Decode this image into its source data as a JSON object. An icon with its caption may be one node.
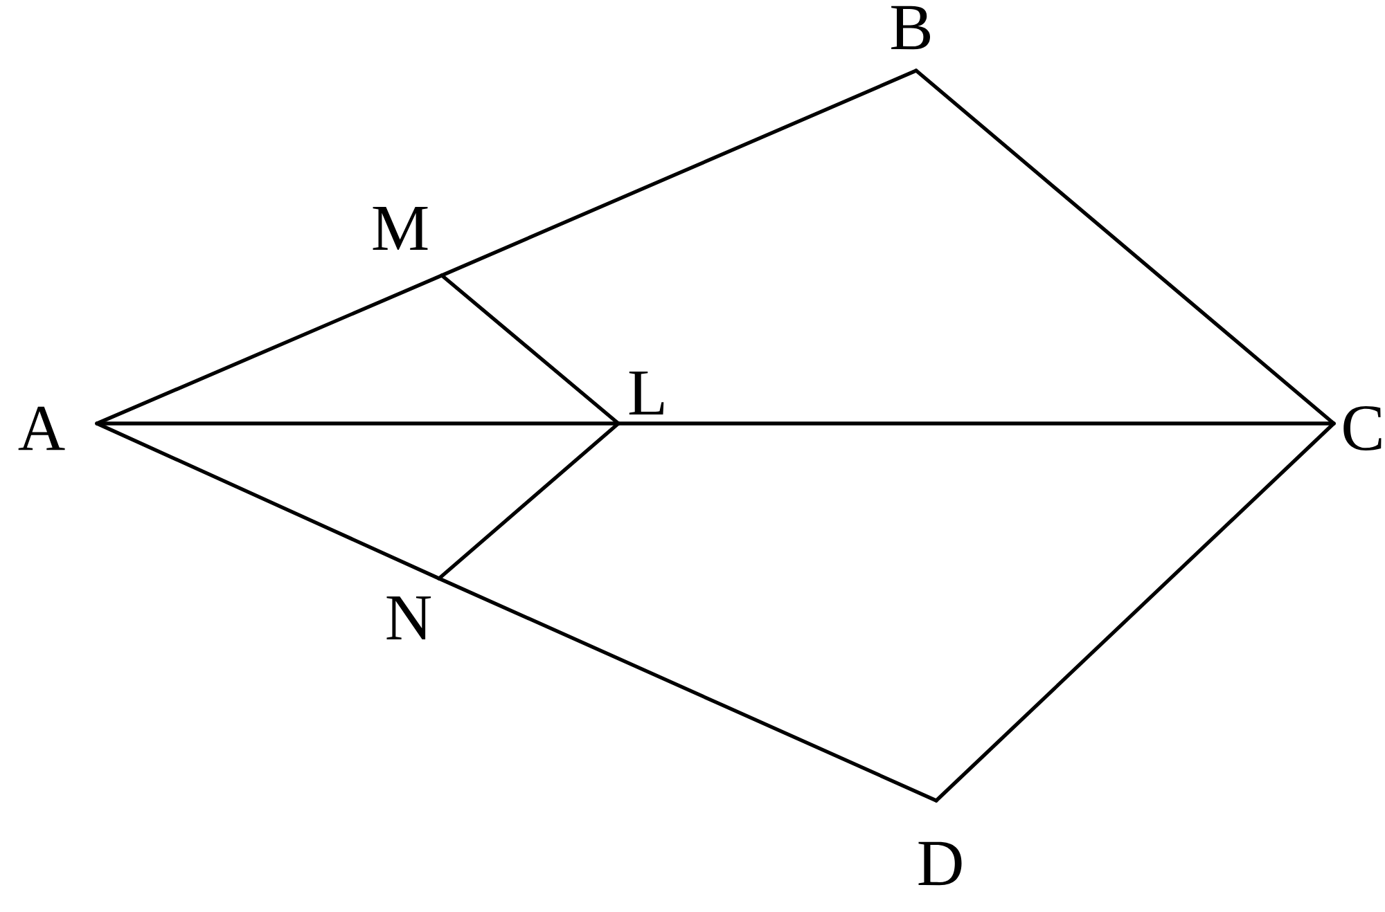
{
  "diagram": {
    "nodes": [
      {
        "text": [
          "A"
        ]
      },
      {
        "text": [
          "B"
        ]
      },
      {
        "text": [
          "C"
        ]
      },
      {
        "text": [
          "D"
        ]
      },
      {
        "text": [
          "M"
        ]
      },
      {
        "text": [
          "L"
        ]
      },
      {
        "text": [
          "N"
        ]
      }
    ],
    "edges": [
      {
        "from": 0,
        "to": 4,
        "arrow": "none"
      },
      {
        "from": 4,
        "to": 1,
        "arrow": "none"
      },
      {
        "from": 1,
        "to": 2,
        "arrow": "none"
      },
      {
        "from": 2,
        "to": 3,
        "arrow": "none"
      },
      {
        "from": 3,
        "to": 6,
        "arrow": "none"
      },
      {
        "from": 6,
        "to": 0,
        "arrow": "none"
      },
      {
        "from": 0,
        "to": 5,
        "arrow": "none"
      },
      {
        "from": 5,
        "to": 2,
        "arrow": "none"
      },
      {
        "from": 4,
        "to": 5,
        "arrow": "none"
      },
      {
        "from": 5,
        "to": 6,
        "arrow": "none"
      }
    ]
  }
}
